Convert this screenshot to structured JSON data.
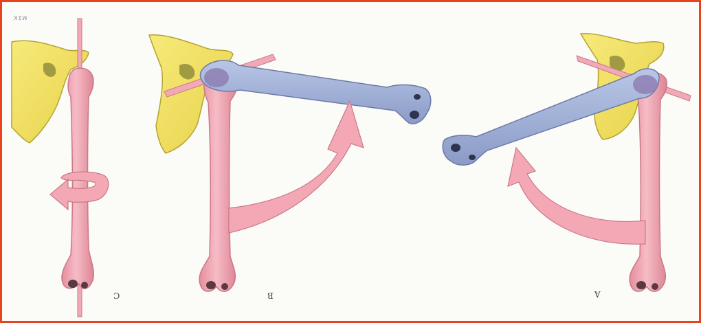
{
  "labels": {
    "a": "A",
    "b": "B",
    "c": "C",
    "corner_mark": "ΜΣΚ"
  },
  "colors": {
    "frame": "#e8431c",
    "bone_pink": "#f2a9b6",
    "bone_pink_dark": "#c97886",
    "bone_blue": "#a8b6d8",
    "bone_blue_dark": "#6a7aa6",
    "scapula_yellow": "#f2e36a",
    "scapula_dark": "#b3a332",
    "arrow_pink": "#f4a8b5"
  }
}
